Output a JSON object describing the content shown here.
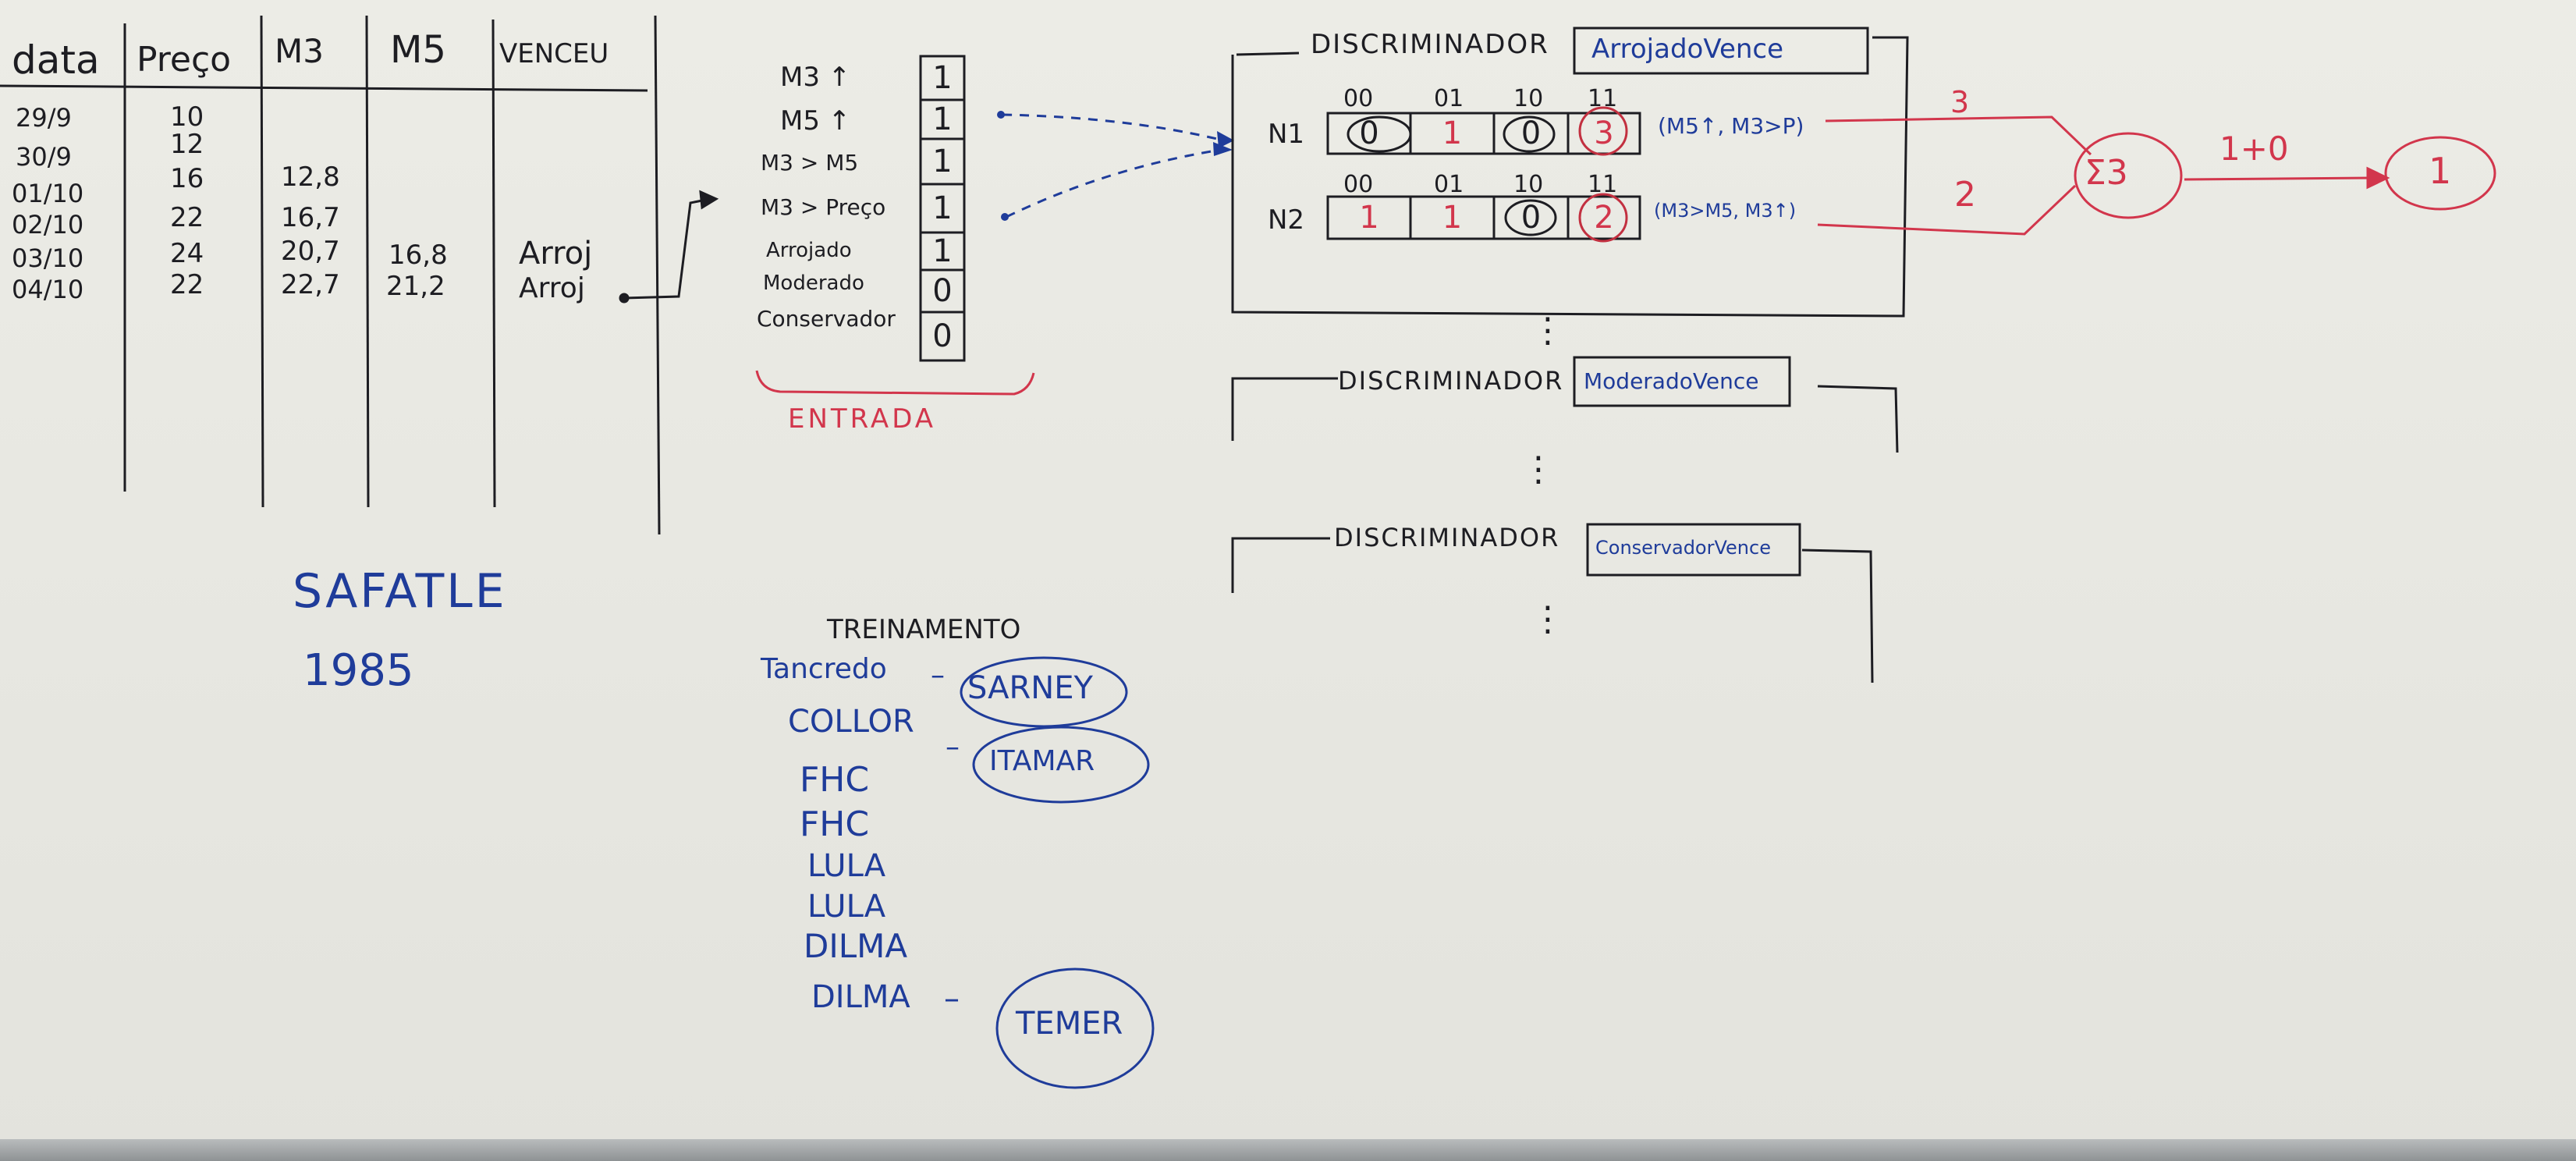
{
  "table": {
    "headers": [
      "data",
      "Preço",
      "M3",
      "M5",
      "VENCEU"
    ],
    "rows": [
      [
        "29/9",
        "10",
        "",
        "",
        ""
      ],
      [
        "30/9",
        "12",
        "",
        "",
        ""
      ],
      [
        "01/10",
        "16",
        "12,8",
        "",
        ""
      ],
      [
        "02/10",
        "22",
        "16,7",
        "",
        ""
      ],
      [
        "03/10",
        "24",
        "20,7",
        "16,8",
        "Arroj"
      ],
      [
        "04/10",
        "22",
        "22,7",
        "21,2",
        "Arroj"
      ]
    ]
  },
  "entrada": {
    "labels": [
      "M3 ↑",
      "M5 ↑",
      "M3 > M5",
      "M3 > Preço",
      "Arrojado",
      "Moderado",
      "Conservador"
    ],
    "values": [
      "1",
      "1",
      "1",
      "1",
      "1",
      "0",
      "0"
    ],
    "caption": "ENTRADA"
  },
  "discriminators": [
    {
      "title": "DISCRIMINADOR",
      "class_label": "ArrojadoVence",
      "bit_headers": [
        "00",
        "01",
        "10",
        "11"
      ],
      "neurons": [
        {
          "name": "N1",
          "cells": [
            "0",
            "1",
            "0",
            "3"
          ],
          "inputs": "(M5↑, M3>P)",
          "weight": "3"
        },
        {
          "name": "N2",
          "cells": [
            "1",
            "1",
            "0",
            "2"
          ],
          "inputs": "(M3>M5, M3↑)",
          "weight": "2"
        }
      ],
      "sum": "Σ3",
      "sum_out": "1+0",
      "result": "1"
    },
    {
      "title": "DISCRIMINADOR",
      "class_label": "ModeradoVence"
    },
    {
      "title": "DISCRIMINADOR",
      "class_label": "ConservadorVence"
    }
  ],
  "ellipsis": "⋮",
  "left_note": {
    "line1": "SAFATLE",
    "line2": "1985"
  },
  "treinamento": {
    "title": "TREINAMENTO",
    "rows": [
      {
        "name": "Tancredo",
        "answer": "SARNEY"
      },
      {
        "name": "COLLOR",
        "answer": "ITAMAR"
      },
      {
        "name": "FHC",
        "answer": ""
      },
      {
        "name": "FHC",
        "answer": ""
      },
      {
        "name": "LULA",
        "answer": ""
      },
      {
        "name": "LULA",
        "answer": ""
      },
      {
        "name": "DILMA",
        "answer": ""
      },
      {
        "name": "DILMA",
        "answer": "TEMER"
      }
    ],
    "dash": "–"
  },
  "colors": {
    "black_ink": "#1d1d22",
    "blue_ink": "#1f3c9a",
    "red_ink": "#d2364c",
    "board": "#e9e9e3"
  }
}
